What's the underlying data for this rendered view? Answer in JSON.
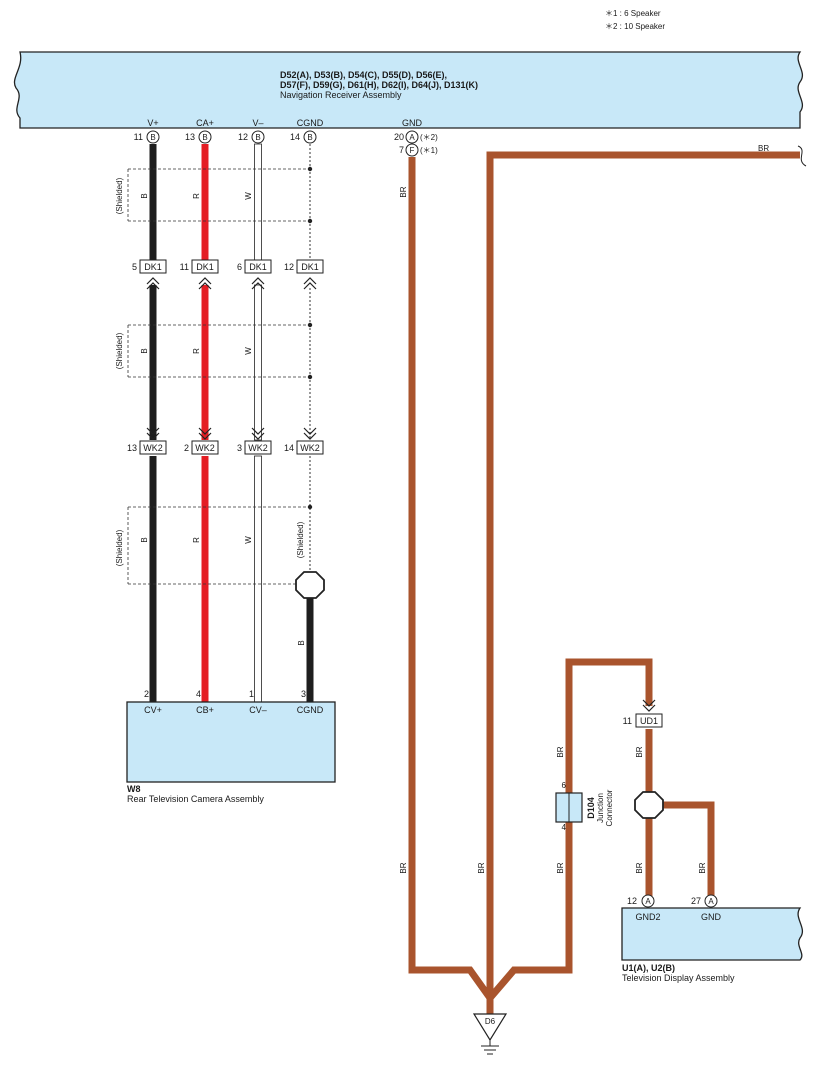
{
  "notes": [
    "＊1 : 6 Speaker",
    "＊2 : 10 Speaker"
  ],
  "nav_receiver": {
    "connectors_line1": "D52(A), D53(B), D54(C), D55(D), D56(E),",
    "connectors_line2": "D57(F), D59(G), D61(H), D62(I), D64(J), D131(K)",
    "name": "Navigation Receiver Assembly",
    "pins": [
      {
        "label": "V+",
        "num": "11",
        "conn": "B"
      },
      {
        "label": "CA+",
        "num": "13",
        "conn": "B"
      },
      {
        "label": "V–",
        "num": "12",
        "conn": "B"
      },
      {
        "label": "CGND",
        "num": "14",
        "conn": "B"
      }
    ],
    "gnd": {
      "label": "GND",
      "pin1_num": "20",
      "pin1_conn": "A",
      "pin1_note": "(＊2)",
      "pin2_num": "7",
      "pin2_conn": "F",
      "pin2_note": "(＊1)"
    }
  },
  "wire_colors": {
    "black": "B",
    "red": "R",
    "white": "W",
    "brown": "BR"
  },
  "shielded_label": "(Shielded)",
  "dk1": {
    "name": "DK1",
    "pins": [
      "5",
      "11",
      "6",
      "12"
    ]
  },
  "wk2": {
    "name": "WK2",
    "pins": [
      "13",
      "2",
      "3",
      "14"
    ]
  },
  "camera": {
    "id": "W8",
    "name": "Rear Television Camera Assembly",
    "pins": [
      {
        "num": "2",
        "label": "CV+"
      },
      {
        "num": "4",
        "label": "CB+"
      },
      {
        "num": "1",
        "label": "CV–"
      },
      {
        "num": "3",
        "label": "CGND"
      }
    ]
  },
  "junction": {
    "id": "D104",
    "name_line1": "Junction",
    "name_line2": "Connector",
    "pin_top": "6",
    "pin_bottom": "4"
  },
  "ud1": {
    "name": "UD1",
    "num": "11"
  },
  "tv_display": {
    "id": "U1(A), U2(B)",
    "name": "Television Display Assembly",
    "pins": [
      {
        "num": "12",
        "conn": "A",
        "label": "GND2"
      },
      {
        "num": "27",
        "conn": "A",
        "label": "GND"
      }
    ]
  },
  "ground": {
    "name": "D6"
  },
  "colors": {
    "brown": "#a9542d",
    "red": "#e41e24",
    "black": "#1e1e1e",
    "box_fill": "#c8e8f8"
  }
}
